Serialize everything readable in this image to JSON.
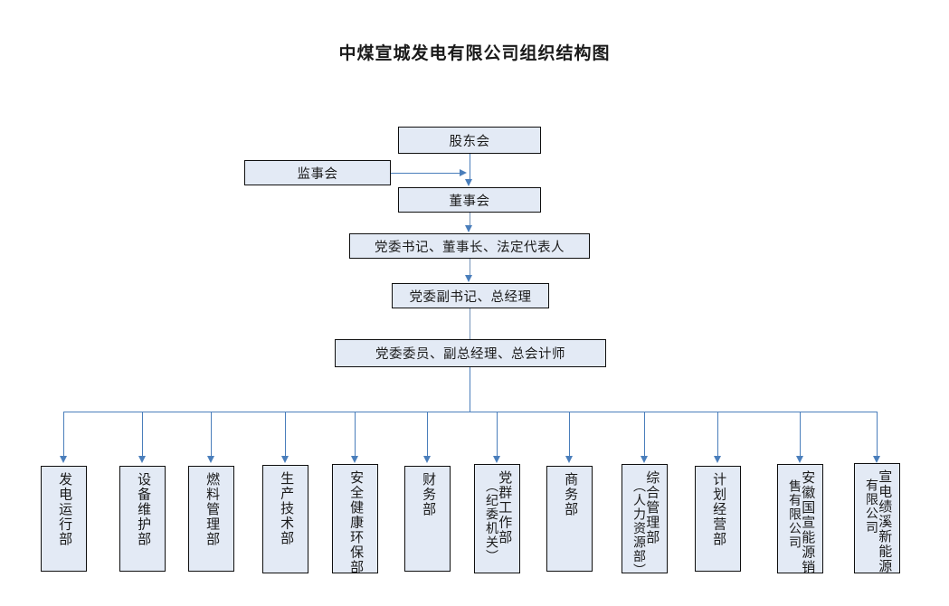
{
  "document": {
    "title": "中煤宣城发电有限公司组织结构图"
  },
  "colors": {
    "node_fill": "#e3eaf5",
    "node_border": "#0f0f0f",
    "connector": "#4a7ebb",
    "background": "#ffffff",
    "text": "#1a1a1a"
  },
  "hierarchy": {
    "top": [
      {
        "id": "shareholders",
        "label": "股东会"
      },
      {
        "id": "supervisory-board",
        "label": "监事会"
      },
      {
        "id": "board-of-directors",
        "label": "董事会"
      }
    ],
    "management": [
      {
        "id": "party-secretary-chairman",
        "label": "党委书记、董事长、法定代表人"
      },
      {
        "id": "deputy-secretary-gm",
        "label": "党委副书记、总经理"
      },
      {
        "id": "party-member-deputy-gm",
        "label": "党委委员、副总经理、总会计师"
      }
    ],
    "departments": [
      {
        "id": "power-generation-operation",
        "label": "发电运行部",
        "sub": ""
      },
      {
        "id": "equipment-maintenance",
        "label": "设备维护部",
        "sub": ""
      },
      {
        "id": "fuel-management",
        "label": "燃料管理部",
        "sub": ""
      },
      {
        "id": "production-technology",
        "label": "生产技术部",
        "sub": ""
      },
      {
        "id": "safety-health-environment",
        "label": "安全健康环保部",
        "sub": ""
      },
      {
        "id": "finance",
        "label": "财务部",
        "sub": ""
      },
      {
        "id": "party-mass-work",
        "label": "党群工作部",
        "sub": "（纪委机关）"
      },
      {
        "id": "commerce",
        "label": "商务部",
        "sub": ""
      },
      {
        "id": "comprehensive-management",
        "label": "综合管理部",
        "sub": "（人力资源部）"
      },
      {
        "id": "planning-operation",
        "label": "计划经营部",
        "sub": ""
      },
      {
        "id": "anhui-guoxuan-energy-sales",
        "label": "安徽国宣能源销",
        "sub": "售有限公司"
      },
      {
        "id": "xuandian-jixi-new-energy",
        "label": "宣电绩溪新能源",
        "sub": "有限公司"
      }
    ]
  }
}
